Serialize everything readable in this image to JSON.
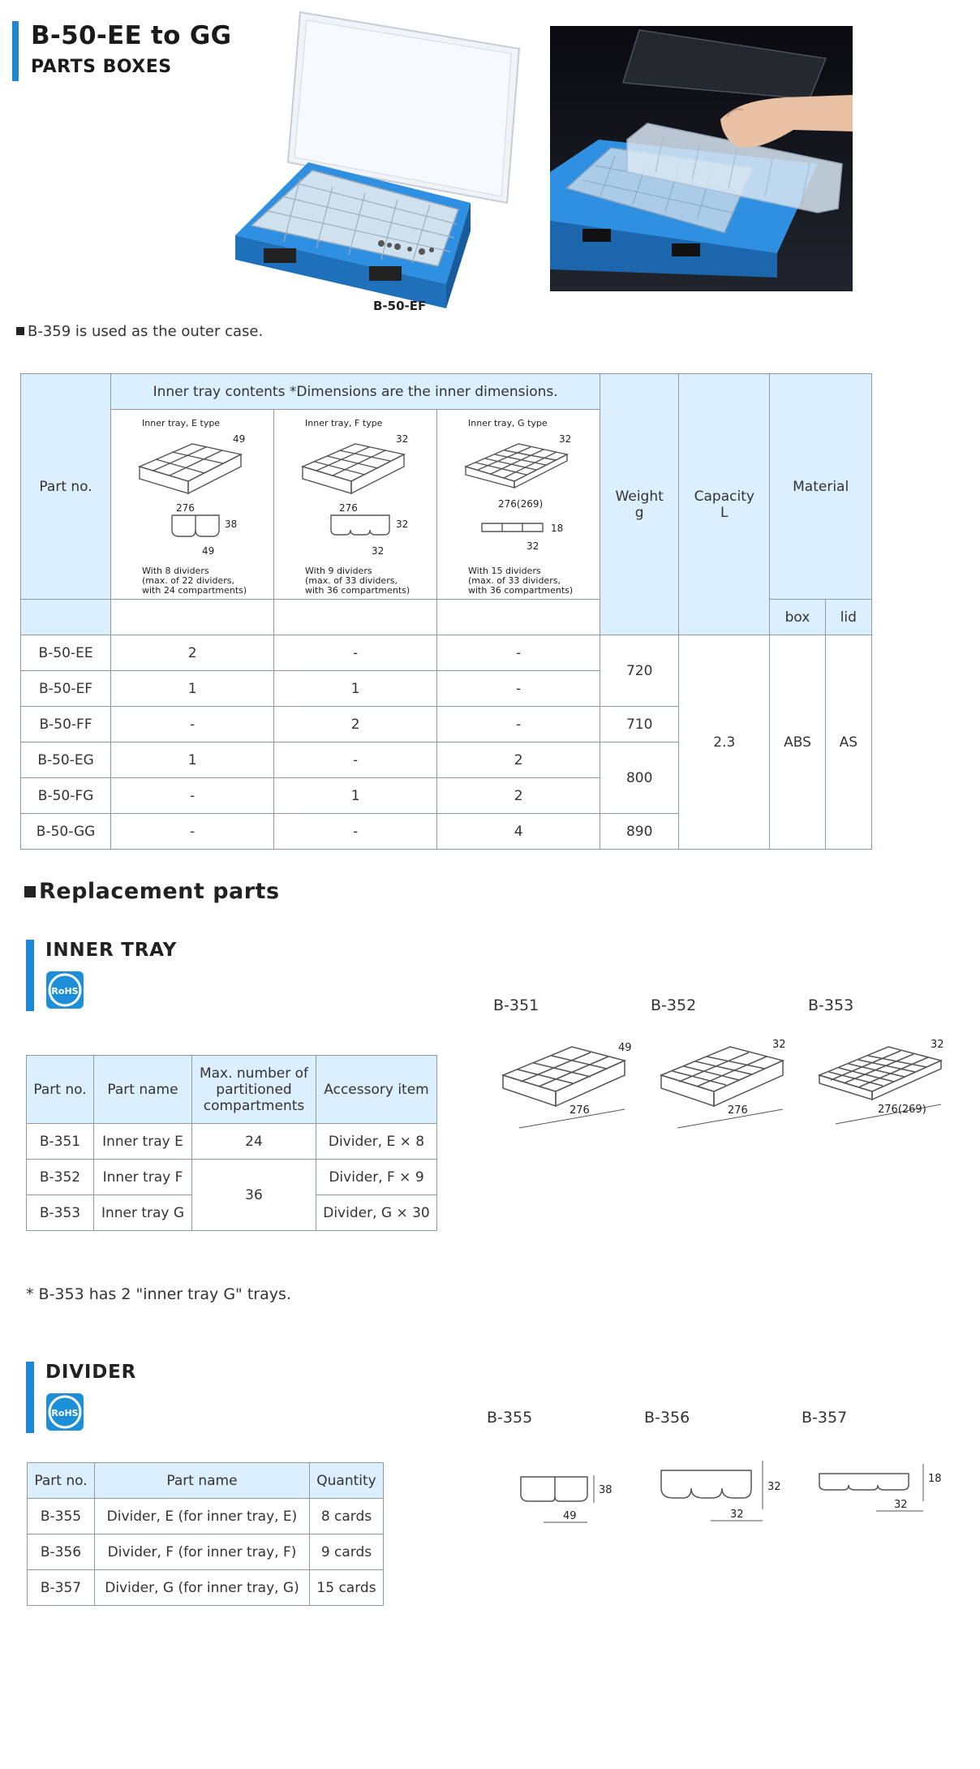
{
  "header": {
    "title": "B-50-EE to GG",
    "subtitle": "PARTS BOXES",
    "photo_caption": "B-50-EF"
  },
  "note_outer_case": "B-359 is used as the outer case.",
  "main_table": {
    "col_part_no": "Part no.",
    "col_inner_tray": "Inner tray contents *Dimensions are the inner dimensions.",
    "col_weight": "Weight",
    "col_weight_unit": "g",
    "col_capacity": "Capacity",
    "col_capacity_unit": "L",
    "col_material": "Material",
    "col_box": "box",
    "col_lid": "lid",
    "trays": [
      {
        "name": "Inner tray, E type",
        "dim_w": "49",
        "dim_l": "276",
        "div_h": "38",
        "div_w": "49",
        "desc1": "With 8 dividers",
        "desc2": "(max. of 22 dividers,",
        "desc3": "with 24 compartments)"
      },
      {
        "name": "Inner tray, F type",
        "dim_w": "32",
        "dim_l": "276",
        "div_h": "32",
        "div_w": "32",
        "desc1": "With 9 dividers",
        "desc2": "(max. of 33 dividers,",
        "desc3": "with 36 compartments)"
      },
      {
        "name": "Inner tray, G type",
        "dim_w": "32",
        "dim_l": "276(269)",
        "div_h": "18",
        "div_w": "32",
        "desc1": "With 15 dividers",
        "desc2": "(max. of 33 dividers,",
        "desc3": "with 36 compartments)"
      }
    ],
    "rows": [
      {
        "part": "B-50-EE",
        "e": "2",
        "f": "-",
        "g": "-"
      },
      {
        "part": "B-50-EF",
        "e": "1",
        "f": "1",
        "g": "-"
      },
      {
        "part": "B-50-FF",
        "e": "-",
        "f": "2",
        "g": "-"
      },
      {
        "part": "B-50-EG",
        "e": "1",
        "f": "-",
        "g": "2"
      },
      {
        "part": "B-50-FG",
        "e": "-",
        "f": "1",
        "g": "2"
      },
      {
        "part": "B-50-GG",
        "e": "-",
        "f": "-",
        "g": "4"
      }
    ],
    "weights": [
      "720",
      "710",
      "800",
      "890"
    ],
    "capacity": "2.3",
    "material_box": "ABS",
    "material_lid": "AS"
  },
  "replacement": {
    "heading": "Replacement parts",
    "inner_tray": {
      "title": "INNER TRAY",
      "rohs": "RoHS",
      "col_part_no": "Part no.",
      "col_part_name": "Part name",
      "col_max_1": "Max. number of",
      "col_max_2": "partitioned",
      "col_max_3": "compartments",
      "col_accessory": "Accessory item",
      "rows": [
        {
          "part": "B-351",
          "name": "Inner tray E",
          "acc": "Divider, E × 8"
        },
        {
          "part": "B-352",
          "name": "Inner tray F",
          "acc": "Divider, F × 9"
        },
        {
          "part": "B-353",
          "name": "Inner tray G",
          "acc": "Divider, G × 30"
        }
      ],
      "max_e": "24",
      "max_fg": "36",
      "footnote": "* B-353 has 2 \"inner tray G\" trays.",
      "figures": [
        {
          "label": "B-351",
          "dim_w": "49",
          "dim_l": "276"
        },
        {
          "label": "B-352",
          "dim_w": "32",
          "dim_l": "276"
        },
        {
          "label": "B-353",
          "dim_w": "32",
          "dim_l": "276(269)"
        }
      ]
    },
    "divider": {
      "title": "DIVIDER",
      "rohs": "RoHS",
      "col_part_no": "Part no.",
      "col_part_name": "Part name",
      "col_quantity": "Quantity",
      "rows": [
        {
          "part": "B-355",
          "name": "Divider, E (for inner tray, E)",
          "qty": "8 cards"
        },
        {
          "part": "B-356",
          "name": "Divider, F (for inner tray, F)",
          "qty": "9 cards"
        },
        {
          "part": "B-357",
          "name": "Divider, G (for inner tray, G)",
          "qty": "15 cards"
        }
      ],
      "figures": [
        {
          "label": "B-355",
          "dim_h": "38",
          "dim_w": "49"
        },
        {
          "label": "B-356",
          "dim_h": "32",
          "dim_w": "32"
        },
        {
          "label": "B-357",
          "dim_h": "18",
          "dim_w": "32"
        }
      ]
    }
  },
  "colors": {
    "accent": "#1e88d6",
    "header_bg": "#dcefff",
    "box_blue": "#2f8fe0"
  }
}
